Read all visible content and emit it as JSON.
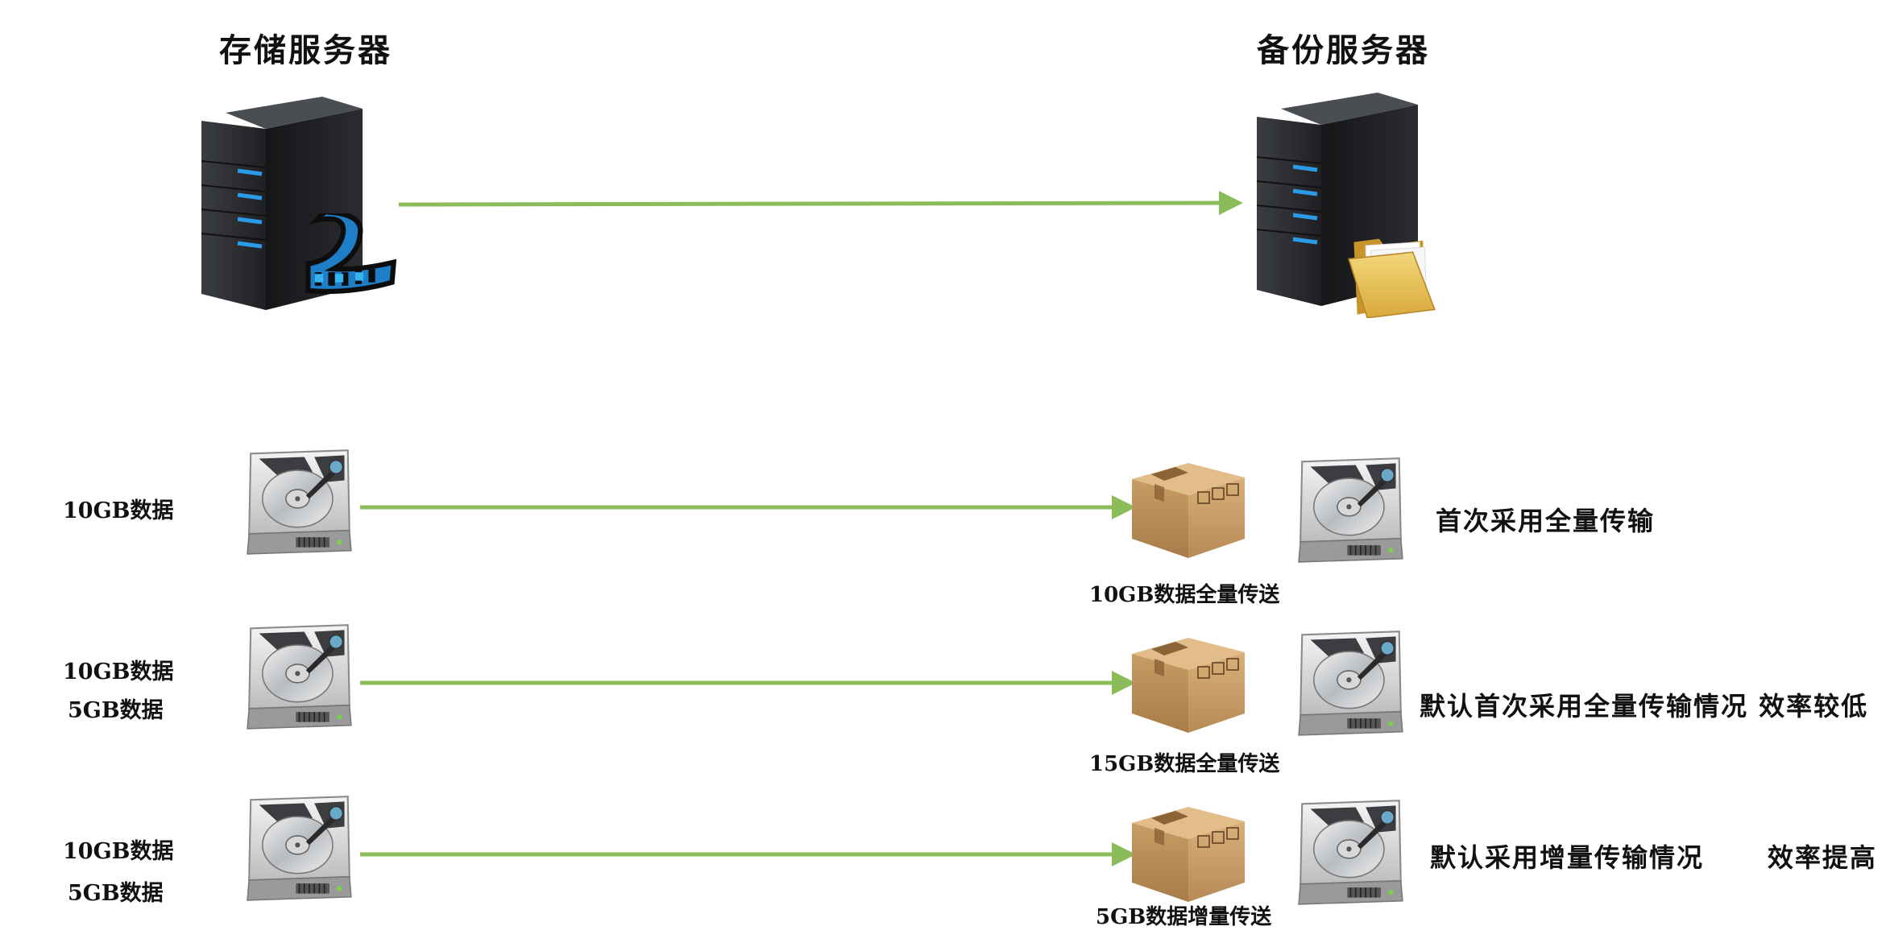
{
  "colors": {
    "arrow": "#8cbb5a",
    "server_body": "#2b2d30",
    "server_led": "#2a9be6",
    "box": "#c9a06a",
    "folder": "#e6c25a"
  },
  "servers": {
    "storage": {
      "label": "存储服务器",
      "badge_icon": "film-strip-icon"
    },
    "backup": {
      "label": "备份服务器",
      "badge_icon": "folder-icon"
    }
  },
  "rows": [
    {
      "source_labels": [
        "10GB数据"
      ],
      "transfer_caption": "10GB数据全量传送",
      "note": "首次采用全量传输"
    },
    {
      "source_labels": [
        "10GB数据",
        "5GB数据"
      ],
      "transfer_caption": "15GB数据全量传送",
      "note": "默认首次采用全量传输情况 效率较低"
    },
    {
      "source_labels": [
        "10GB数据",
        "5GB数据"
      ],
      "transfer_caption": "5GB数据增量传送",
      "note": "默认采用增量传输情况      效率提高"
    }
  ]
}
